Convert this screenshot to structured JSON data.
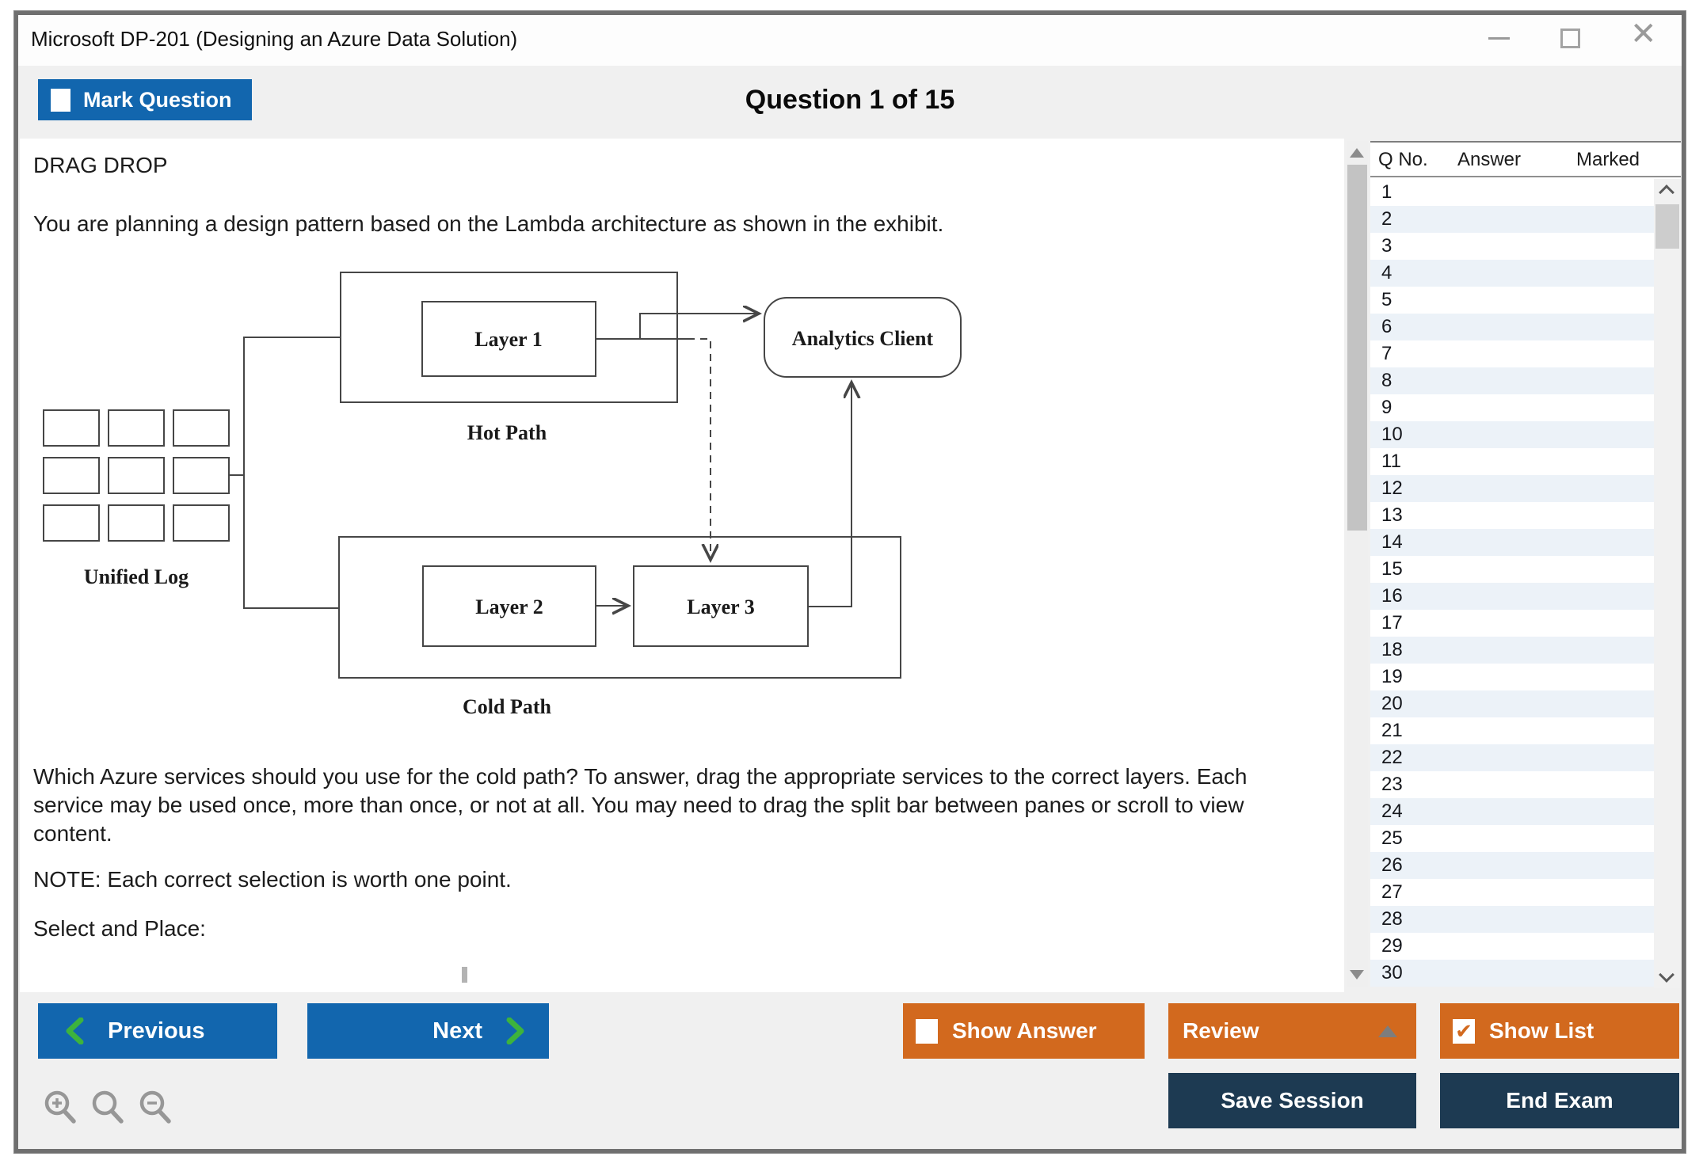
{
  "window": {
    "title": "Microsoft DP-201 (Designing an Azure Data Solution)",
    "controls": {
      "close_glyph": "✕"
    }
  },
  "header": {
    "mark_question_label": "Mark Question",
    "title": "Question 1 of 15"
  },
  "question": {
    "type_label": "DRAG DROP",
    "intro": "You are planning a design pattern based on the Lambda architecture as shown in the exhibit.",
    "body": "Which Azure services should you use for the cold path? To answer, drag the appropriate services to the correct layers. Each\nservice may be used once, more than once, or not at all. You may need to drag the split bar between panes or scroll to view\ncontent.",
    "note": "NOTE: Each correct selection is worth one point.",
    "select_place": "Select and Place:"
  },
  "diagram": {
    "unified_log_label": "Unified Log",
    "hot_path_label": "Hot Path",
    "cold_path_label": "Cold Path",
    "layer1_label": "Layer 1",
    "layer2_label": "Layer 2",
    "layer3_label": "Layer 3",
    "analytics_client_label": "Analytics Client"
  },
  "sidebar": {
    "columns": {
      "qno": "Q No.",
      "answer": "Answer",
      "marked": "Marked"
    },
    "rows": [
      "1",
      "2",
      "3",
      "4",
      "5",
      "6",
      "7",
      "8",
      "9",
      "10",
      "11",
      "12",
      "13",
      "14",
      "15",
      "16",
      "17",
      "18",
      "19",
      "20",
      "21",
      "22",
      "23",
      "24",
      "25",
      "26",
      "27",
      "28",
      "29",
      "30"
    ]
  },
  "footer": {
    "previous": "Previous",
    "next": "Next",
    "show_answer": "Show Answer",
    "review": "Review",
    "show_list": "Show List",
    "show_list_check": "✔",
    "save_session": "Save Session",
    "end_exam": "End Exam"
  },
  "colors": {
    "accent_blue": "#1266AE",
    "accent_orange": "#D2691E",
    "accent_navy": "#1D3A52",
    "chevron_green": "#3DB33D",
    "row_alt": "#ECF2F8",
    "chrome_gray": "#F0F0F0"
  }
}
